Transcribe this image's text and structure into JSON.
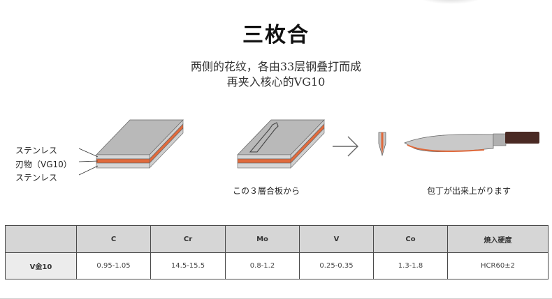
{
  "title": "三枚合",
  "subtitle_line1": "两侧的花纹，各由33层钢叠打而成",
  "subtitle_line2": "再夹入核心的VG10",
  "layers": {
    "top": "ステンレス",
    "core": "刃物（VG10）",
    "bottom": "ステンレス"
  },
  "captions": {
    "three_layer": "この３層合板から",
    "knife": "包丁が出来上がります"
  },
  "colors": {
    "steel_face": "#b9b9b9",
    "steel_side": "#cfcfcf",
    "core": "#e06a3c",
    "handle": "#4a2a24"
  },
  "table": {
    "headers": [
      "",
      "C",
      "Cr",
      "Mo",
      "V",
      "Co",
      "焼入硬度"
    ],
    "rows": [
      [
        "V金10",
        "0.95-1.05",
        "14.5-15.5",
        "0.8-1.2",
        "0.25-0.35",
        "1.3-1.8",
        "HCR60±2"
      ]
    ]
  }
}
